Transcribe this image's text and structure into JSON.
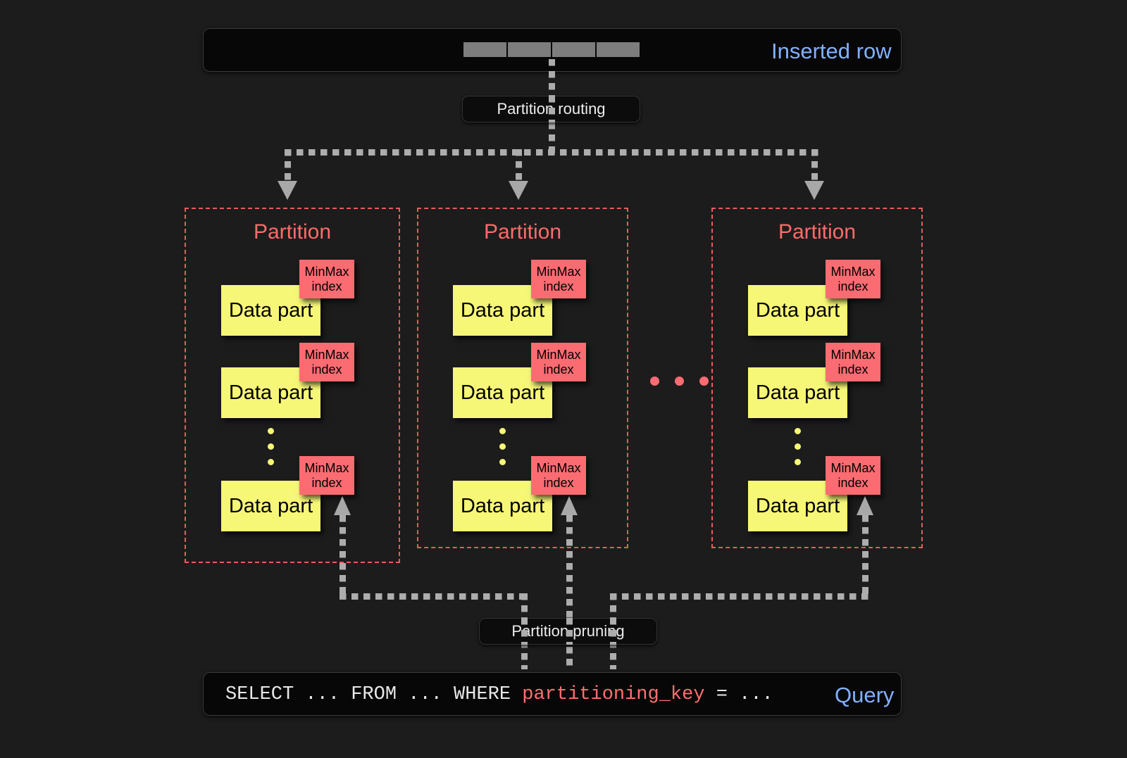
{
  "page": {
    "background": "#1c1c1c",
    "title": "Partition routing and partition pruning diagram"
  },
  "colors": {
    "accent_blue": "#82b1ff",
    "partition_red": "#ff6b6b",
    "minmax_red": "#fa6c72",
    "datapart_yellow": "#f7f777",
    "connector_gray": "#adadad",
    "bar_background": "#070707"
  },
  "inserted_row": {
    "label": "Inserted row",
    "cell_count": 4,
    "cells": [
      "",
      "",
      "",
      ""
    ]
  },
  "routing": {
    "label": "Partition routing"
  },
  "pruning": {
    "label": "Partition pruning"
  },
  "query": {
    "label": "Query",
    "prefix": "SELECT ... FROM ... WHERE ",
    "key": "partitioning_key",
    "suffix": " = ...",
    "full_text": "SELECT ... FROM ... WHERE partitioning_key = ..."
  },
  "partitions": [
    {
      "title": "Partition",
      "data_parts": [
        {
          "label": "Data part",
          "index": {
            "line1": "MinMax",
            "line2": "index"
          }
        },
        {
          "label": "Data part",
          "index": {
            "line1": "MinMax",
            "line2": "index"
          }
        },
        {
          "label": "Data part",
          "index": {
            "line1": "MinMax",
            "line2": "index"
          }
        }
      ],
      "ellipsis_dots": 3
    },
    {
      "title": "Partition",
      "data_parts": [
        {
          "label": "Data part",
          "index": {
            "line1": "MinMax",
            "line2": "index"
          }
        },
        {
          "label": "Data part",
          "index": {
            "line1": "MinMax",
            "line2": "index"
          }
        },
        {
          "label": "Data part",
          "index": {
            "line1": "MinMax",
            "line2": "index"
          }
        }
      ],
      "ellipsis_dots": 3
    },
    {
      "title": "Partition",
      "data_parts": [
        {
          "label": "Data part",
          "index": {
            "line1": "MinMax",
            "line2": "index"
          }
        },
        {
          "label": "Data part",
          "index": {
            "line1": "MinMax",
            "line2": "index"
          }
        },
        {
          "label": "Data part",
          "index": {
            "line1": "MinMax",
            "line2": "index"
          }
        }
      ],
      "ellipsis_dots": 3
    }
  ],
  "partition_ellipsis_dots": 3
}
